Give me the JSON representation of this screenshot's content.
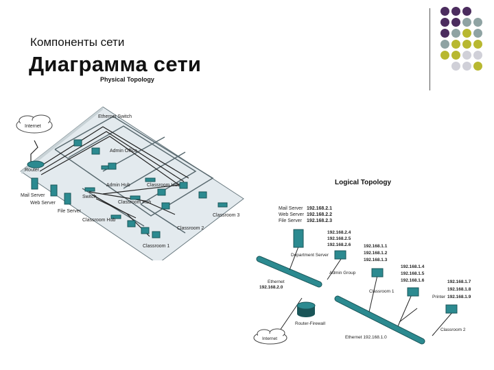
{
  "slide": {
    "subtitle": "Компоненты сети",
    "title": "Диаграмма сети"
  },
  "colors": {
    "purple": "#4b2c5e",
    "grey": "#8fa3a3",
    "olive": "#b8b830",
    "light": "#d0d0d8",
    "teal": "#2c8a90"
  },
  "physical": {
    "title": "Physical Topology",
    "labels": {
      "internet": "Internet",
      "router": "Router",
      "ethernet_switch": "Ethernet Switch",
      "admin_office": "Admin Office",
      "admin_hub": "Admin Hub",
      "classroom_hub_a": "Classroom Hub",
      "classroom_hub_b": "Classroom Hub",
      "classroom_hub_c": "Classroom Hub",
      "switch": "Switch",
      "mail_server": "Mail Server",
      "web_server": "Web Server",
      "file_server": "File Server",
      "classroom1": "Classroom 1",
      "classroom2": "Classroom 2",
      "classroom3": "Classroom 3"
    }
  },
  "logical": {
    "title": "Logical Topology",
    "servers": [
      {
        "name": "Mail Server",
        "ip": "192.168.2.1"
      },
      {
        "name": "Web Server",
        "ip": "192.168.2.2"
      },
      {
        "name": "File Server",
        "ip": "192.168.2.3"
      }
    ],
    "dept_ips": [
      "192.168.2.4",
      "192.168.2.5",
      "192.168.2.6"
    ],
    "dept_label": "Department Server",
    "admin_ips": [
      "192.168.1.1",
      "192.168.1.2",
      "192.168.1.3"
    ],
    "admin_label": "Admin Group",
    "class1_ips": [
      "192.168.1.4",
      "192.168.1.5",
      "192.168.1.6"
    ],
    "class1_label": "Classroom 1",
    "class2_ips": [
      "192.168.1.7",
      "192.168.1.8",
      "192.168.1.9"
    ],
    "printer_label": "Printer",
    "class2_label": "Classroom 2",
    "ethernet_label": "Ethernet",
    "ethernet_ip": "192.168.2.0",
    "router_label": "Router-Firewall",
    "internet_label": "Internet",
    "ethernet2_label": "Ethernet 192.168.1.0"
  }
}
